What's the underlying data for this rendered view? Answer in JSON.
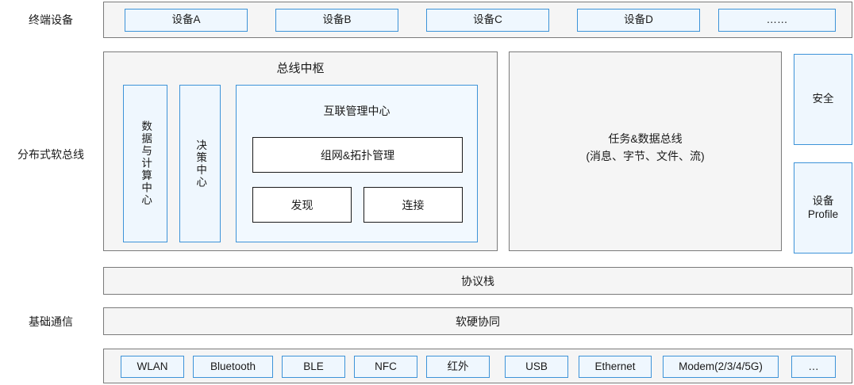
{
  "rows": [
    {
      "label": "终端设备"
    },
    {
      "label": "分布式软总线"
    },
    {
      "label": ""
    },
    {
      "label": "基础通信"
    },
    {
      "label": ""
    }
  ],
  "terminal_devices": {
    "row_label": "终端设备",
    "items": [
      {
        "label": "设备A"
      },
      {
        "label": "设备B"
      },
      {
        "label": "设备C"
      },
      {
        "label": "设备D"
      },
      {
        "label": "……"
      }
    ]
  },
  "soft_bus": {
    "row_label": "分布式软总线",
    "bus_hub": {
      "title": "总线中枢",
      "data_compute_center": "数据与计算中心",
      "decision_center": "决策中心",
      "interconnect_center": {
        "title": "互联管理中心",
        "network_topology": "组网&拓扑管理",
        "discovery": "发现",
        "connection": "连接"
      }
    },
    "data_bus": {
      "line1": "任务&数据总线",
      "line2": "(消息、字节、文件、流)"
    },
    "side": {
      "security": "安全",
      "device_profile": "设备\nProfile",
      "device_profile_line1": "设备",
      "device_profile_line2": "Profile"
    }
  },
  "protocol_stack": {
    "label": "协议栈"
  },
  "hw_sw_collab": {
    "row_label": "基础通信",
    "label": "软硬协同"
  },
  "transports": {
    "items": [
      {
        "label": "WLAN"
      },
      {
        "label": "Bluetooth"
      },
      {
        "label": "BLE"
      },
      {
        "label": "NFC"
      },
      {
        "label": "红外"
      },
      {
        "label": "USB"
      },
      {
        "label": "Ethernet"
      },
      {
        "label": "Modem(2/3/4/5G)"
      },
      {
        "label": "…"
      }
    ]
  },
  "colors": {
    "chip_fill": "#eff7fe",
    "chip_border": "#3d93d8",
    "panel_fill": "#f5f5f5",
    "panel_border": "#7a7a7a",
    "text": "#1a1a1a",
    "white_chip_border": "#1a1a1a"
  }
}
